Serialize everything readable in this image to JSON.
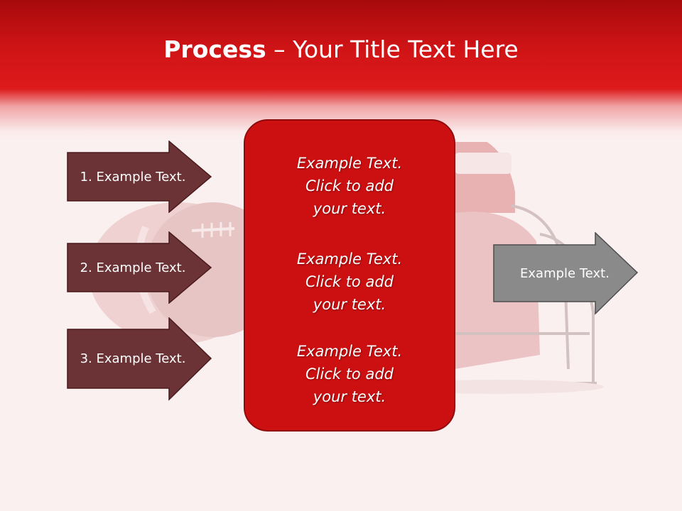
{
  "title": {
    "bold": "Process",
    "rest": " – Your Title Text Here"
  },
  "left_arrows": [
    {
      "label": "1. Example Text."
    },
    {
      "label": "2. Example Text."
    },
    {
      "label": "3. Example Text."
    }
  ],
  "center_box": {
    "paragraphs": [
      {
        "lines": [
          "Example Text.",
          "Click  to add",
          "your text."
        ]
      },
      {
        "lines": [
          "Example Text.",
          "Click  to add",
          "your text."
        ]
      },
      {
        "lines": [
          "Example Text.",
          "Click  to add",
          "your text."
        ]
      }
    ]
  },
  "right_arrow": {
    "label": "Example Text."
  },
  "colors": {
    "header": "#d01416",
    "left_arrow_fill": "#6b3335",
    "center_fill": "#cc1012",
    "right_arrow_fill": "#8a8a8a"
  },
  "background_art": [
    "football-image",
    "helmet-image"
  ]
}
